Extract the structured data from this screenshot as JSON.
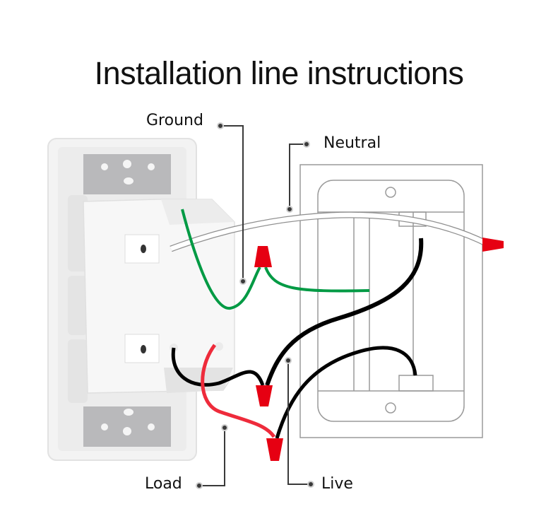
{
  "title": "Installation line instructions",
  "labels": {
    "ground": "Ground",
    "neutral": "Neutral",
    "load": "Load",
    "live": "Live"
  },
  "colors": {
    "ground_wire": "#009a44",
    "load_wire": "#ee2b3b",
    "live_wire": "#000000",
    "neutral_wire": "#ffffff",
    "connector": "#e60012",
    "leader_line": "#3a3a3a",
    "box_outline": "#9a9a9a"
  }
}
